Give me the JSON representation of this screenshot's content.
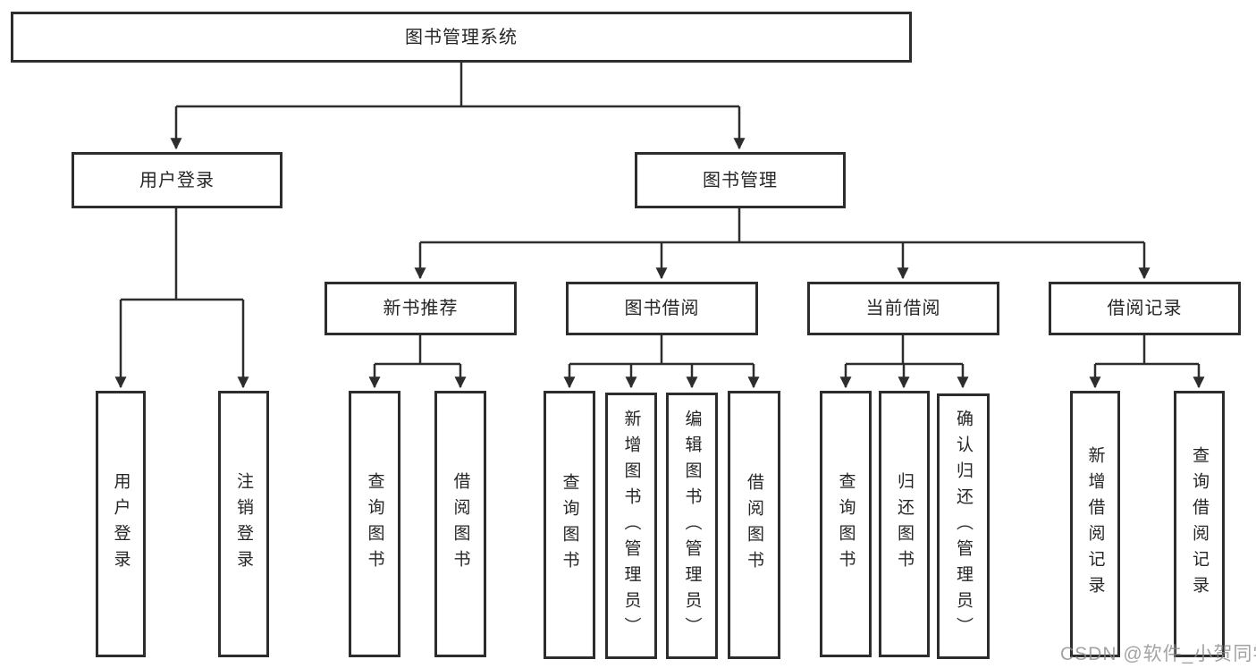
{
  "tree": {
    "root": {
      "label": "图书管理系统"
    },
    "branches": [
      {
        "label": "用户登录",
        "children": [
          {
            "label": "用户登录"
          },
          {
            "label": "注销登录"
          }
        ]
      },
      {
        "label": "图书管理",
        "children": [
          {
            "label": "新书推荐",
            "children": [
              {
                "label": "查询图书"
              },
              {
                "label": "借阅图书"
              }
            ]
          },
          {
            "label": "图书借阅",
            "children": [
              {
                "label": "查询图书"
              },
              {
                "label": "新增图书（管理员）"
              },
              {
                "label": "编辑图书（管理员）"
              },
              {
                "label": "借阅图书"
              }
            ]
          },
          {
            "label": "当前借阅",
            "children": [
              {
                "label": "查询图书"
              },
              {
                "label": "归还图书"
              },
              {
                "label": "确认归还（管理员）"
              }
            ]
          },
          {
            "label": "借阅记录",
            "children": [
              {
                "label": "新增借阅记录"
              },
              {
                "label": "查询借阅记录"
              }
            ]
          }
        ]
      }
    ]
  },
  "colors": {
    "line": "#2d2d2d",
    "box_border": "#2d2d2d",
    "text": "#262626",
    "watermark": "#8c8c8c"
  },
  "watermark": "CSDN @软件_小贺同学"
}
